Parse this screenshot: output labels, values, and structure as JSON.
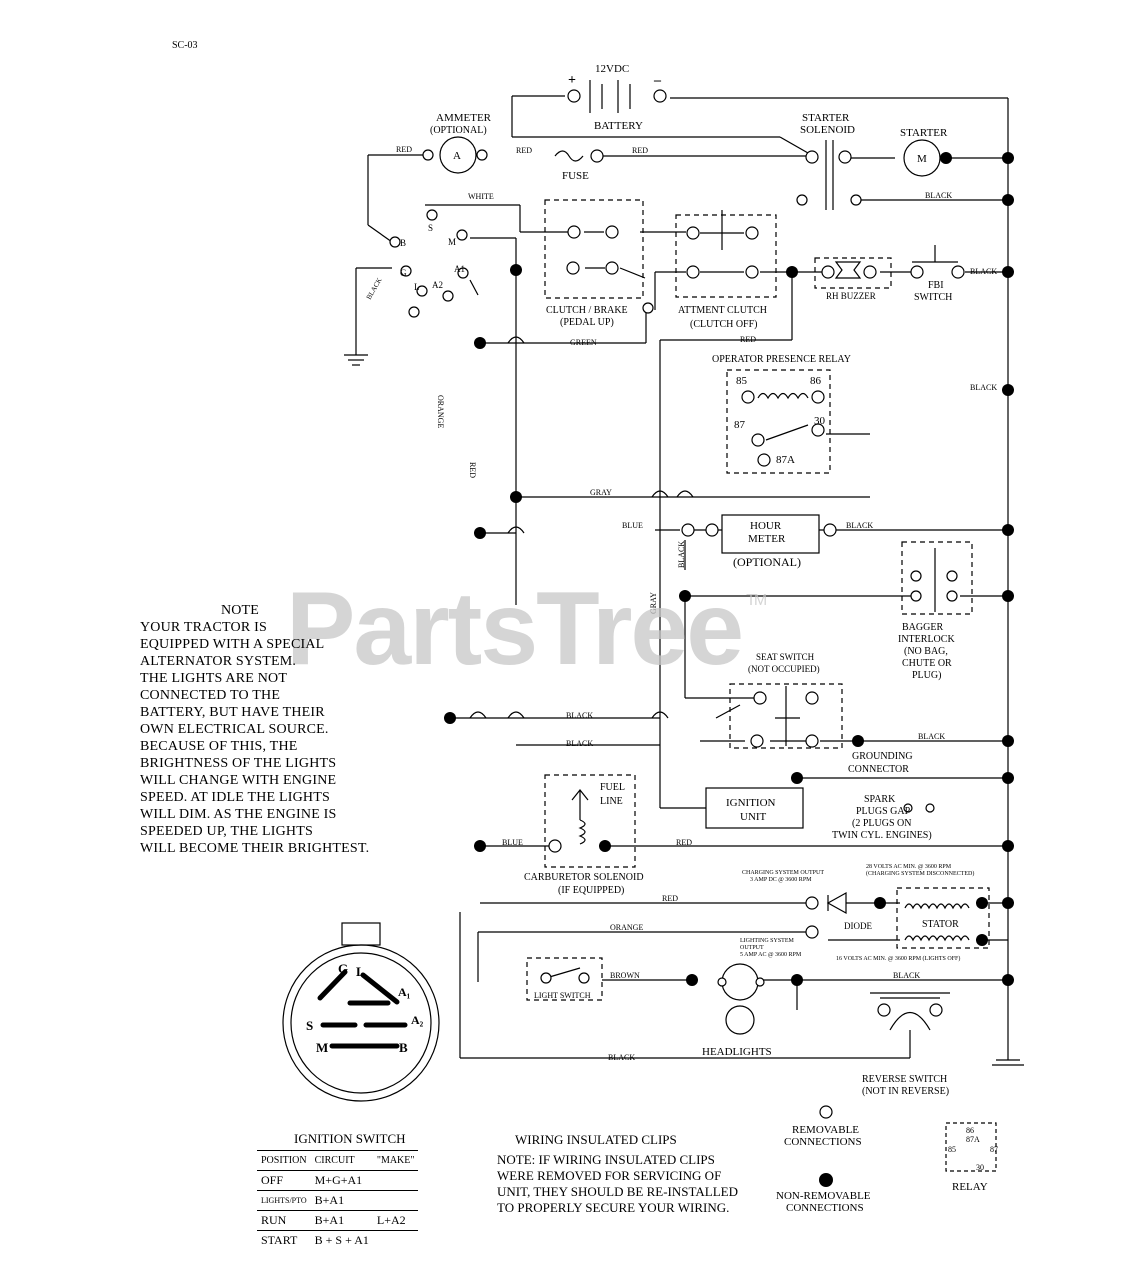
{
  "header": {
    "code": "SC-03"
  },
  "watermark": {
    "text": "PartsTree",
    "mark": "TM"
  },
  "labels": {
    "battery_voltage": "12VDC",
    "battery": "BATTERY",
    "plus": "+",
    "minus": "–",
    "ammeter": "AMMETER",
    "ammeter_optional": "(OPTIONAL)",
    "ammeter_symbol": "A",
    "fuse": "FUSE",
    "starter_solenoid_1": "STARTER",
    "starter_solenoid_2": "SOLENOID",
    "starter": "STARTER",
    "starter_symbol": "M",
    "clutch_brake_1": "CLUTCH / BRAKE",
    "clutch_brake_2": "(PEDAL UP)",
    "pto_clutch_1": "ATTMENT CLUTCH",
    "pto_clutch_2": "(CLUTCH OFF)",
    "rh_buzzer": "RH BUZZER",
    "fbi_switch_1": "FBI",
    "fbi_switch_2": "SWITCH",
    "opr_relay": "OPERATOR PRESENCE RELAY",
    "relay_85": "85",
    "relay_86": "86",
    "relay_87": "87",
    "relay_30": "30",
    "relay_87a": "87A",
    "hour_meter_1": "HOUR",
    "hour_meter_2": "METER",
    "hour_meter_opt": "(OPTIONAL)",
    "bagger_1": "BAGGER",
    "bagger_2": "INTERLOCK",
    "bagger_3": "(NO BAG,",
    "bagger_4": "CHUTE OR",
    "bagger_5": "PLUG)",
    "seat_switch_1": "SEAT SWITCH",
    "seat_switch_2": "(NOT OCCUPIED)",
    "grounding_1": "GROUNDING",
    "grounding_2": "CONNECTOR",
    "ignition_unit_1": "IGNITION",
    "ignition_unit_2": "UNIT",
    "spark_1": "SPARK",
    "spark_2": "PLUGS GAP",
    "spark_3": "(2 PLUGS ON",
    "spark_4": "TWIN CYL. ENGINES)",
    "fuel_line_1": "FUEL",
    "fuel_line_2": "LINE",
    "carb_1": "CARBURETOR SOLENOID",
    "carb_2": "(IF EQUIPPED)",
    "charging_output_1": "CHARGING SYSTEM OUTPUT",
    "charging_output_2": "3 AMP DC @ 3600 RPM",
    "ac_volts_1": "28 VOLTS AC MIN. @ 3600 RPM",
    "ac_volts_2": "(CHARGING SYSTEM DISCONNECTED)",
    "diode": "DIODE",
    "stator": "STATOR",
    "lighting_output_1": "LIGHTING SYSTEM",
    "lighting_output_2": "OUTPUT",
    "lighting_output_3": "5 AMP AC @ 3600 RPM",
    "lights_off_volts": "16 VOLTS AC MIN. @ 3600 RPM (LIGHTS OFF)",
    "light_switch": "LIGHT SWITCH",
    "headlights": "HEADLIGHTS",
    "reverse_1": "REVERSE SWITCH",
    "reverse_2": "(NOT IN REVERSE)",
    "ign_s": "S",
    "ign_m": "M",
    "ign_b": "B",
    "ign_g": "G",
    "ign_l": "L",
    "ign_a1": "A1",
    "ign_a2": "A2",
    "isw_g": "G",
    "isw_l": "L",
    "isw_a1": "A₁",
    "isw_a2": "A₂",
    "isw_s": "S",
    "isw_m": "M",
    "isw_b": "B",
    "ignition_switch_title": "IGNITION SWITCH",
    "removable_1": "REMOVABLE",
    "removable_2": "CONNECTIONS",
    "non_removable_1": "NON-REMOVABLE",
    "non_removable_2": "CONNECTIONS",
    "relay_legend": "RELAY",
    "rl_85": "85",
    "rl_86": "86",
    "rl_87": "87",
    "rl_87a": "87A",
    "rl_30": "30"
  },
  "wires": {
    "red": "RED",
    "white": "WHITE",
    "black": "BLACK",
    "green": "GREEN",
    "orange": "ORANGE",
    "gray": "GRAY",
    "blue": "BLUE",
    "brown": "BROWN"
  },
  "note": {
    "heading": "NOTE",
    "lines": [
      "YOUR TRACTOR IS",
      "EQUIPPED WITH A SPECIAL",
      "ALTERNATOR SYSTEM.",
      "THE LIGHTS ARE NOT",
      "CONNECTED TO THE",
      "BATTERY, BUT HAVE THEIR",
      "OWN ELECTRICAL SOURCE.",
      "BECAUSE OF THIS, THE",
      "BRIGHTNESS OF THE LIGHTS",
      "WILL CHANGE WITH ENGINE",
      "SPEED.  AT IDLE THE LIGHTS",
      "WILL DIM.  AS THE ENGINE IS",
      "SPEEDED UP, THE LIGHTS",
      "WILL BECOME THEIR BRIGHTEST."
    ]
  },
  "clips_note": {
    "title": "WIRING INSULATED CLIPS",
    "lines": [
      "NOTE: IF WIRING INSULATED CLIPS",
      "WERE REMOVED FOR SERVICING OF",
      " UNIT, THEY SHOULD BE RE-INSTALLED",
      "TO PROPERLY SECURE YOUR WIRING."
    ]
  },
  "ignition_table": {
    "headers": [
      "POSITION",
      "CIRCUIT",
      "\"MAKE\""
    ],
    "rows": [
      [
        "OFF",
        "M+G+A1",
        ""
      ],
      [
        "LIGHTS/PTO",
        "B+A1",
        ""
      ],
      [
        "RUN",
        "B+A1",
        "L+A2"
      ],
      [
        "START",
        "B + S + A1",
        ""
      ]
    ]
  }
}
